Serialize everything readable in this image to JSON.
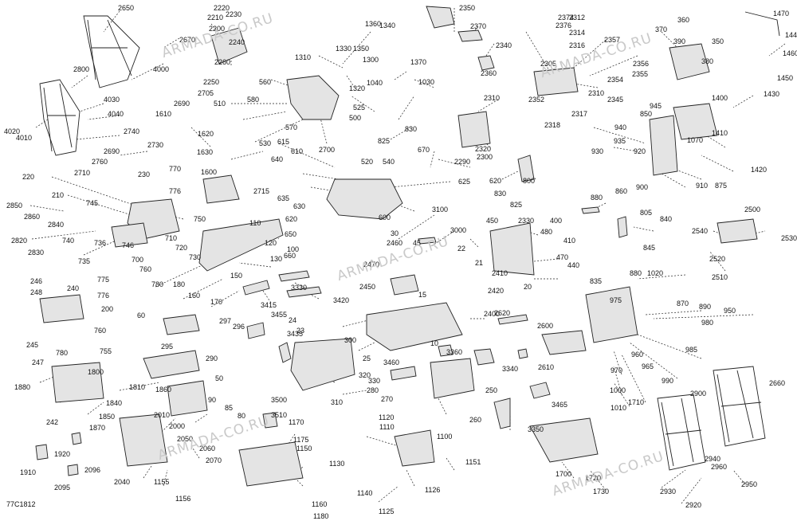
{
  "diagram": {
    "figure_code": "77C1812",
    "watermark_text": "ARMADA-CO.RU",
    "colors": {
      "line": "#222222",
      "part_fill": "#e4e4e4",
      "part_shade": "#8c8c8c",
      "watermark": "#c9c9c9"
    },
    "callouts": [
      "2650",
      "2670",
      "4000",
      "2800",
      "4030",
      "4040",
      "4020",
      "4010",
      "2740",
      "2690",
      "2760",
      "2710",
      "2730",
      "770",
      "776",
      "230",
      "220",
      "210",
      "2850",
      "2860",
      "2840",
      "2820",
      "2830",
      "745",
      "740",
      "736",
      "735",
      "746",
      "750",
      "710",
      "720",
      "730",
      "700",
      "760",
      "780",
      "2220",
      "2210",
      "2230",
      "2200",
      "2240",
      "2260",
      "2250",
      "560",
      "2705",
      "510",
      "580",
      "570",
      "530",
      "2700",
      "2690",
      "1610",
      "1620",
      "1630",
      "1600",
      "2715",
      "640",
      "615",
      "610",
      "635",
      "630",
      "1360",
      "1340",
      "1330",
      "1350",
      "1310",
      "1300",
      "1320",
      "525",
      "500",
      "1370",
      "1040",
      "1030",
      "830",
      "825",
      "670",
      "520",
      "540",
      "625",
      "600",
      "2290",
      "2350",
      "2370",
      "2340",
      "2360",
      "2310",
      "2320",
      "2300",
      "620",
      "830",
      "825",
      "800",
      "2374",
      "2312",
      "2376",
      "2314",
      "2316",
      "2357",
      "2305",
      "2352",
      "2317",
      "2318",
      "2310",
      "2345",
      "2354",
      "2355",
      "2356",
      "360",
      "370",
      "390",
      "350",
      "380",
      "1470",
      "1440",
      "1460",
      "1450",
      "1430",
      "1400",
      "945",
      "850",
      "940",
      "1070",
      "935",
      "930",
      "920",
      "1410",
      "1420",
      "860",
      "900",
      "910",
      "875",
      "880",
      "805",
      "840",
      "845",
      "2500",
      "2540",
      "2530",
      "2520",
      "2510",
      "110",
      "120",
      "130",
      "100",
      "150",
      "180",
      "160",
      "170",
      "660",
      "650",
      "620",
      "3330",
      "3415",
      "3420",
      "3100",
      "3000",
      "450",
      "2330",
      "400",
      "480",
      "410",
      "470",
      "440",
      "22",
      "21",
      "20",
      "30",
      "45",
      "2460",
      "2470",
      "2450",
      "15",
      "2410",
      "2420",
      "2400",
      "835",
      "880",
      "1020",
      "870",
      "890",
      "975",
      "950",
      "980",
      "985",
      "960",
      "965",
      "990",
      "970",
      "1000",
      "1010",
      "1710",
      "246",
      "248",
      "240",
      "775",
      "776",
      "200",
      "760",
      "245",
      "780",
      "247",
      "755",
      "60",
      "297",
      "296",
      "3455",
      "295",
      "290",
      "24",
      "23",
      "3435",
      "300",
      "25",
      "3460",
      "10",
      "2620",
      "2600",
      "2610",
      "3360",
      "3340",
      "250",
      "280",
      "270",
      "320",
      "330",
      "310",
      "260",
      "3465",
      "1800",
      "1880",
      "1810",
      "242",
      "1840",
      "1850",
      "1860",
      "50",
      "90",
      "85",
      "80",
      "2010",
      "2000",
      "2050",
      "2060",
      "2070",
      "3500",
      "3510",
      "1170",
      "1175",
      "1150",
      "1130",
      "1160",
      "1180",
      "1155",
      "1156",
      "2040",
      "1870",
      "1920",
      "1910",
      "2095",
      "2096",
      "1120",
      "1110",
      "1100",
      "1151",
      "1140",
      "1126",
      "1125",
      "3350",
      "1700",
      "1720",
      "1730",
      "2900",
      "2660",
      "2940",
      "2960",
      "2950",
      "2930",
      "2920"
    ]
  }
}
